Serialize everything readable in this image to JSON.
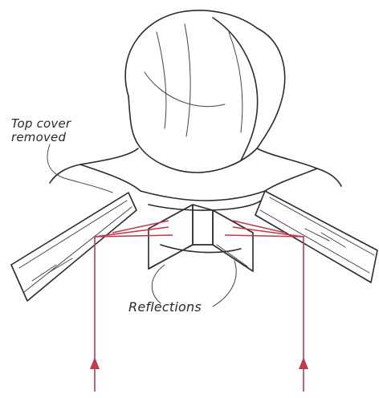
{
  "labels": {
    "top_cover": [
      "Top cover",
      "removed"
    ],
    "reflections": "Reflections"
  },
  "colors": {
    "ink": "#2b2b2b",
    "ray": "#c23a4a",
    "background": "#ffffff"
  }
}
